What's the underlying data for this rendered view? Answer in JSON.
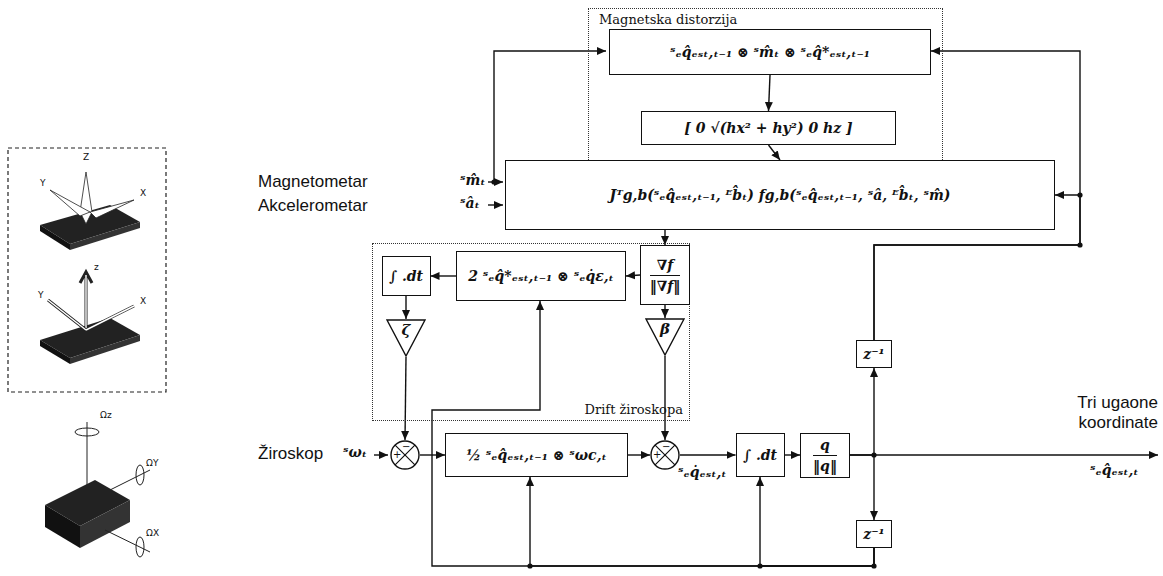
{
  "diagram": {
    "nodes": [
      {
        "text": [
          "Magnetska distorzija"
        ]
      },
      {
        "text": [
          "ˢₑq̂ₑₛₜ,ₜ₋₁ ⊗ ˢm̂ₜ ⊗ ˢₑq̂*ₑₛₜ,ₜ₋₁"
        ],
        "in": 0
      },
      {
        "text": [
          "[ 0   √(hx² + hy²)   0   hz ]"
        ],
        "in": 0
      },
      {
        "text": [
          "Jᵀg,b(ˢₑq̂ₑₛₜ,ₜ₋₁, ᴱb̂ₜ) fg,b(ˢₑq̂ₑₛₜ,ₜ₋₁, ˢâ, ᴱb̂ₜ, ˢm̂)"
        ]
      },
      {
        "text": [
          "Drift žiroskopa"
        ]
      },
      {
        "text": [
          "∫ .dt"
        ],
        "in": 4
      },
      {
        "text": [
          "2 ˢₑq̂*ₑₛₜ,ₜ₋₁ ⊗ ˢₑq̇ε,ₜ"
        ],
        "in": 4
      },
      {
        "text": [
          "ζ"
        ],
        "in": 4
      },
      {
        "text": [
          "∇f",
          "‖∇f‖"
        ]
      },
      {
        "text": [
          "β"
        ]
      },
      {
        "text": [
          "+",
          "−"
        ]
      },
      {
        "text": [
          "½ ˢₑq̂ₑₛₜ,ₜ₋₁ ⊗ ˢωc,ₜ"
        ]
      },
      {
        "text": [
          "+",
          "−"
        ]
      },
      {
        "text": [
          "∫ .dt"
        ]
      },
      {
        "text": [
          "q",
          "‖q‖"
        ]
      },
      {
        "text": [
          "z⁻¹"
        ]
      },
      {
        "text": [
          "z⁻¹"
        ]
      }
    ],
    "edges": [
      {
        "from": 1,
        "to": 2,
        "arrow": "to"
      },
      {
        "from": 2,
        "to": 3,
        "arrow": "to"
      },
      {
        "from": 3,
        "to": 8,
        "arrow": "to"
      },
      {
        "from": 8,
        "to": 9,
        "arrow": "to"
      },
      {
        "from": 9,
        "to": 12,
        "arrow": "to"
      },
      {
        "from": 8,
        "to": 6,
        "arrow": "to"
      },
      {
        "from": 6,
        "to": 5,
        "arrow": "to"
      },
      {
        "from": 5,
        "to": 7,
        "arrow": "to"
      },
      {
        "from": 7,
        "to": 10,
        "arrow": "to"
      },
      {
        "from": 10,
        "to": 11,
        "arrow": "to"
      },
      {
        "from": 11,
        "to": 12,
        "arrow": "to"
      },
      {
        "from": 12,
        "to": 13,
        "arrow": "to"
      },
      {
        "from": 13,
        "to": 14,
        "arrow": "to"
      },
      {
        "from": 14,
        "to": 15,
        "arrow": "to"
      },
      {
        "from": 14,
        "to": 16,
        "arrow": "to"
      },
      {
        "from": 15,
        "to": 3,
        "arrow": "to"
      },
      {
        "from": 15,
        "to": 1,
        "arrow": "to"
      },
      {
        "from": 16,
        "to": 11,
        "arrow": "to"
      },
      {
        "from": 16,
        "to": 13,
        "arrow": "to"
      },
      {
        "from": 16,
        "to": 6,
        "arrow": "to"
      }
    ],
    "labels": [
      "Magnetometar",
      "Akcelerometar",
      "Žiroskop",
      "ˢm̂ₜ",
      "ˢâₜ",
      "ˢωₜ",
      "ˢₑq̇ₑₛₜ,ₜ",
      "Tri ugaone koordinate",
      "ˢₑq̂ₑₛₜ,ₜ",
      "Z",
      "Y",
      "X",
      "z",
      "Y",
      "X",
      "Ωz",
      "ΩY",
      "ΩX"
    ]
  }
}
